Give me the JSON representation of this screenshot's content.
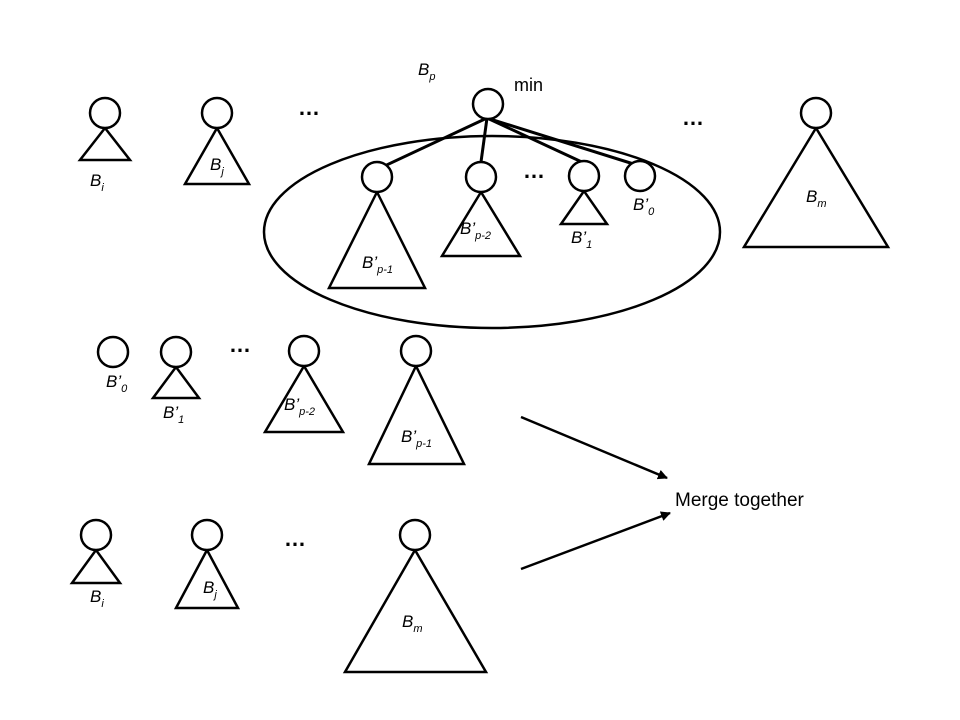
{
  "diagram": {
    "root_label": {
      "base": "B",
      "sub": "p"
    },
    "min_label": "min",
    "ellipsis": "…",
    "bi": {
      "base": "B",
      "sub": "i"
    },
    "bj": {
      "base": "B",
      "sub": "j"
    },
    "bm": {
      "base": "B",
      "sub": "m"
    },
    "bp0": {
      "base": "B’",
      "sub": "0"
    },
    "bp1": {
      "base": "B’",
      "sub": "1"
    },
    "bpp2": {
      "base": "B’",
      "sub": "p-2"
    },
    "bpp1": {
      "base": "B’",
      "sub": "p-1"
    },
    "merge_text": "Merge together"
  }
}
